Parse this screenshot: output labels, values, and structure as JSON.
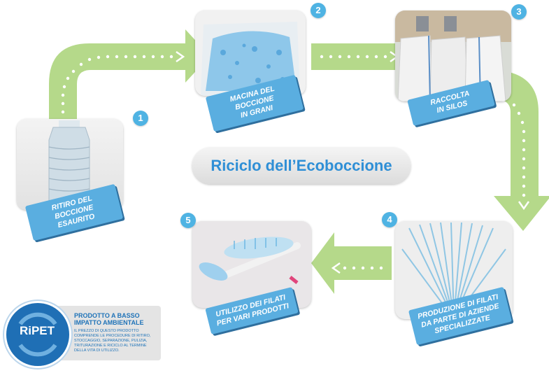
{
  "title": "Riciclo dell’Ecoboccione",
  "steps": [
    {
      "number": "1",
      "line1": "RITIRO DEL BOCCIONE",
      "line2": "ESAURITO"
    },
    {
      "number": "2",
      "line1": "MACINA DEL BOCCIONE",
      "line2": "IN GRANI"
    },
    {
      "number": "3",
      "line1": "RACCOLTA",
      "line2": "IN SILOS"
    },
    {
      "number": "4",
      "line1": "PRODUZIONE DI FILATI",
      "line2": "DA PARTE DI AZIENDE",
      "line3": "SPECIALIZZATE"
    },
    {
      "number": "5",
      "line1": "UTILIZZO DEI FILATI",
      "line2": "PER VARI PRODOTTI"
    }
  ],
  "ripet": {
    "logo": "RiPET",
    "heading_line1": "PRODOTTO A BASSO",
    "heading_line2": "IMPATTO AMBIENTALE",
    "text": "IL PREZZO DI QUESTO PRODOTTO COMPRENDE LE PROCEDURE DI RITIRO, STOCCAGGIO, SEPARAZIONE, PULIZIA, TRITURAZIONE E RICICLO AL TERMINE DELLA VITA DI UTILIZZO."
  },
  "colors": {
    "arrow_green": "#b5d98a",
    "badge_blue": "#4fb3e3",
    "label_blue": "#5aaee0",
    "title_blue": "#2f8fd6",
    "ripet_blue": "#1f6fb5"
  }
}
